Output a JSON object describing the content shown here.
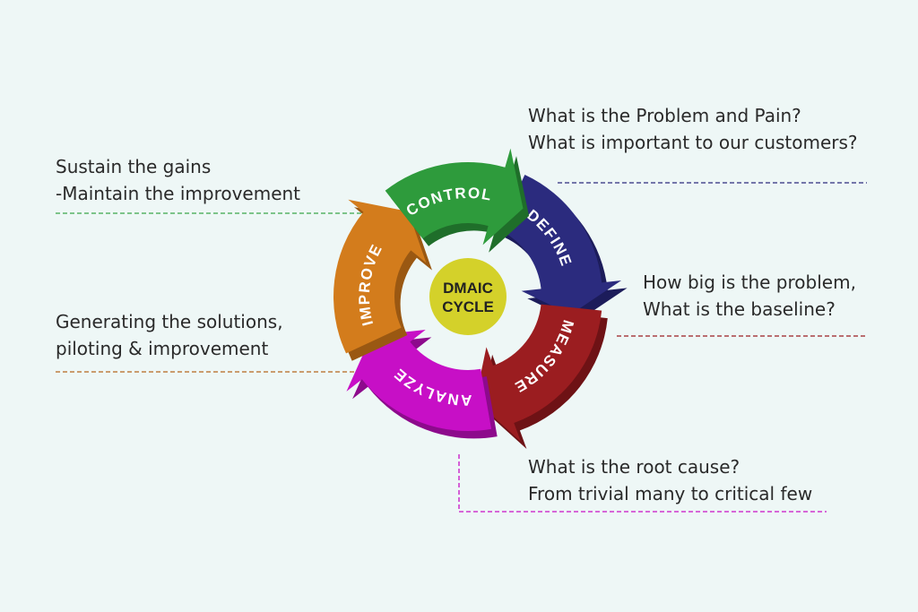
{
  "center": {
    "line1": "DMAIC",
    "line2": "CYCLE"
  },
  "segments": [
    {
      "id": "define",
      "label": "DEFINE",
      "color": "#2b2b7e",
      "shade": "#1c1c5a"
    },
    {
      "id": "measure",
      "label": "MEASURE",
      "color": "#9b1d20",
      "shade": "#6e1215"
    },
    {
      "id": "analyze",
      "label": "ANALYZE",
      "color": "#c70fc6",
      "shade": "#8d0a8c"
    },
    {
      "id": "improve",
      "label": "IMPROVE",
      "color": "#d37c1c",
      "shade": "#9a5812"
    },
    {
      "id": "control",
      "label": "CONTROL",
      "color": "#2e9b3c",
      "shade": "#1f6e2a"
    }
  ],
  "notes": {
    "control": {
      "line1": "Sustain the gains",
      "line2": "-Maintain the improvement",
      "line_color": "#3aa64a"
    },
    "define": {
      "line1": "What is the Problem and Pain?",
      "line2": "What is important to our customers?",
      "line_color": "#2b2b7e"
    },
    "measure": {
      "line1": "How big is the problem,",
      "line2": "What is the baseline?",
      "line_color": "#9b1d20"
    },
    "improve": {
      "line1": "Generating the solutions,",
      "line2": "piloting & improvement",
      "line_color": "#b5651d"
    },
    "analyze": {
      "line1": "What is the root cause?",
      "line2": "From trivial many to critical few",
      "line_color": "#c70fc6"
    }
  },
  "center_color": "#d4d12a"
}
